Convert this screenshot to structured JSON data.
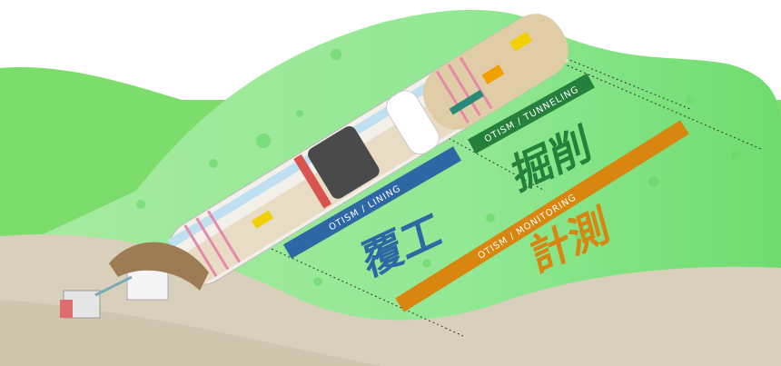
{
  "sections": [
    {
      "label": "OTISM / LINING",
      "kanji": "覆工",
      "color": "#2e67a3"
    },
    {
      "label": "OTISM / TUNNELING",
      "kanji": "掘削",
      "color": "#24803a"
    },
    {
      "label": "OTISM / MONITORING",
      "kanji": "計測",
      "color": "#d8860f"
    }
  ],
  "colors": {
    "hill": "#8ee88e",
    "hill_dark": "#5fd35f",
    "ground": "#d9d0bc",
    "tunnel_floor": "#e8dcc5"
  }
}
